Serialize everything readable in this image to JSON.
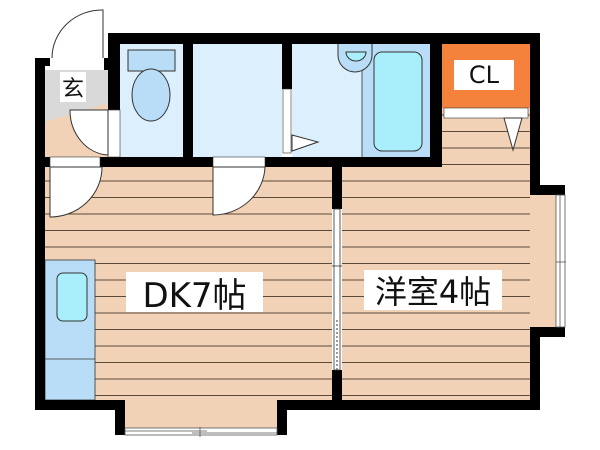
{
  "floor_plan": {
    "rooms": [
      {
        "id": "genkan",
        "label": "玄",
        "type": "entrance"
      },
      {
        "id": "toilet",
        "label": "",
        "type": "toilet"
      },
      {
        "id": "washroom",
        "label": "",
        "type": "washroom"
      },
      {
        "id": "bathroom",
        "label": "",
        "type": "bathroom"
      },
      {
        "id": "closet",
        "label": "CL",
        "type": "closet"
      },
      {
        "id": "dining_kitchen",
        "label": "DK7帖",
        "type": "dining-kitchen",
        "size_jo": 7
      },
      {
        "id": "western_room",
        "label": "洋室4帖",
        "type": "western-room",
        "size_jo": 4
      }
    ],
    "colors": {
      "wall": "#000000",
      "floor_wood": "#F2D2B6",
      "floor_line": "#5A4A3A",
      "wet_area": "#DCEFFC",
      "fixture_blue": "#B9DDF6",
      "tub_cyan": "#A8EEFB",
      "closet_orange": "#F4823C",
      "entrance_gray": "#D9D9D9",
      "kitchen_counter": "#B9DDF6"
    }
  }
}
